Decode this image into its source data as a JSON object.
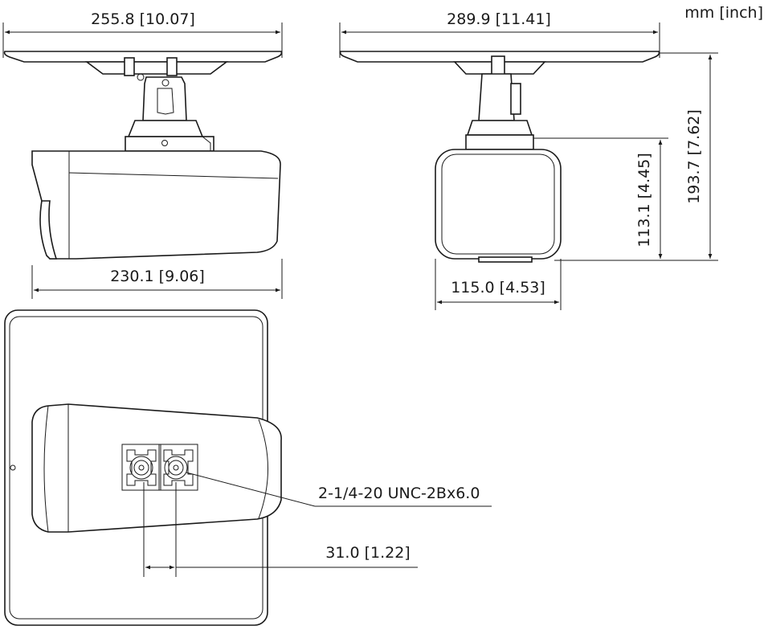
{
  "units_label": "mm [inch]",
  "dimensions": {
    "top_left_width": "255.8 [10.07]",
    "top_right_width": "289.9 [11.41]",
    "body_length": "230.1 [9.06]",
    "body_width": "115.0 [4.53]",
    "body_height": "113.1 [4.45]",
    "overall_height": "193.7 [7.62]",
    "thread_spec": "2-1/4-20 UNC-2Bx6.0",
    "hole_spacing": "31.0 [1.22]"
  }
}
